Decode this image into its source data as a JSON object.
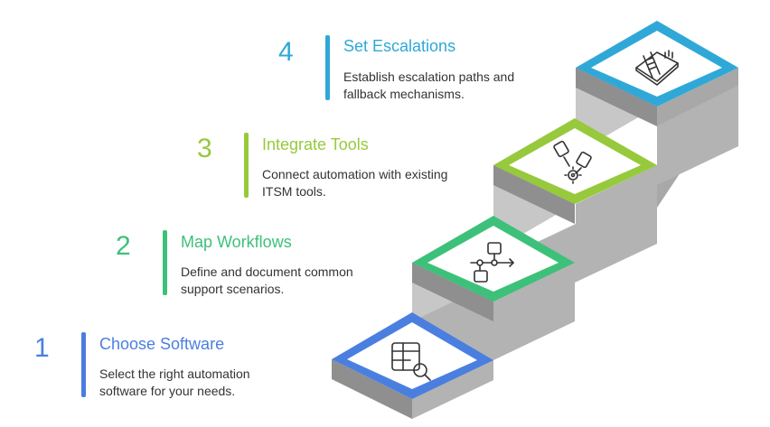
{
  "colors": {
    "step1": "#4a7fe0",
    "step2": "#3dc17a",
    "step3": "#97c93c",
    "step4": "#2fa8d8",
    "stair_top": "#d4d4d4",
    "stair_side": "#b9b9b9",
    "stair_front": "#9e9e9e"
  },
  "steps": [
    {
      "number": "1",
      "title": "Choose Software",
      "description_lines": [
        "Select the right automation",
        "software for your needs."
      ],
      "icon": "spreadsheet-search-icon"
    },
    {
      "number": "2",
      "title": "Map Workflows",
      "description_lines": [
        "Define and document common",
        "support scenarios."
      ],
      "icon": "workflow-diagram-icon"
    },
    {
      "number": "3",
      "title": "Integrate Tools",
      "description_lines": [
        "Connect automation with existing",
        "ITSM tools."
      ],
      "icon": "plug-gear-icon"
    },
    {
      "number": "4",
      "title": "Set Escalations",
      "description_lines": [
        "Establish escalation paths and",
        "fallback mechanisms."
      ],
      "icon": "ladder-box-icon"
    }
  ]
}
